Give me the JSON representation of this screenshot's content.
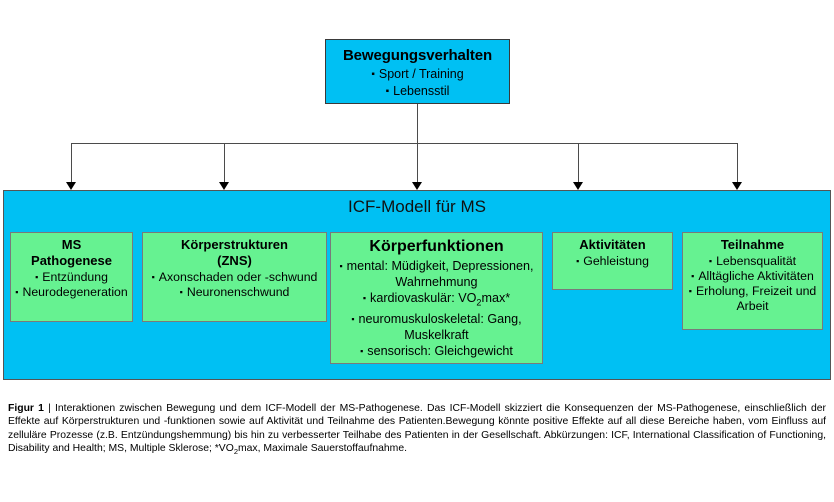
{
  "top_box": {
    "title": "Bewegungsverhalten",
    "items": [
      "Sport / Training",
      "Lebensstil"
    ]
  },
  "icf": {
    "title": "ICF-Modell für MS",
    "boxes": [
      {
        "name": "pathogenese",
        "title": "MS\nPathogenese",
        "title_lines": [
          "MS",
          "Pathogenese"
        ],
        "items": [
          "Entzündung",
          "Neurodegeneration"
        ]
      },
      {
        "name": "koerperstrukturen",
        "title_lines": [
          "Körperstrukturen",
          "(ZNS)"
        ],
        "items": [
          "Axonschaden oder -schwund",
          "Neuronenschwund"
        ]
      },
      {
        "name": "koerperfunktionen",
        "title_lines": [
          "Körperfunktionen"
        ],
        "items": [
          "mental: Müdigkeit, Depressionen, Wahrnehmung",
          "kardiovaskulär: VO2max*",
          "neuromuskuloskeletal: Gang, Muskelkraft",
          "sensorisch: Gleichgewicht"
        ],
        "item_parts": {
          "kardio_pre": "kardiovaskulär: VO",
          "kardio_sub": "2",
          "kardio_post": "max*"
        }
      },
      {
        "name": "aktivitaeten",
        "title_lines": [
          "Aktivitäten"
        ],
        "items": [
          "Gehleistung"
        ]
      },
      {
        "name": "teilnahme",
        "title_lines": [
          "Teilnahme"
        ],
        "items": [
          "Lebensqualität",
          "Alltägliche Aktivitäten",
          "Erholung, Freizeit und Arbeit"
        ]
      }
    ]
  },
  "caption": {
    "label": "Figur 1",
    "separator": " | ",
    "text_before_sub": "Interaktionen zwischen Bewegung und dem ICF-Modell der MS-Pathogenese. Das ICF-Modell skizziert die Konsequenzen der MS-Pathogenese, einschließlich der Effekte auf Körperstrukturen und -funktionen sowie auf Aktivität und Teilnahme des Patienten.Bewegung könnte positive Effekte auf all diese Bereiche haben, vom Einfluss auf zelluläre Prozesse (z.B. Entzündungshemmung) bis hin zu verbesserter Teilhabe des Patienten in der Gesellschaft. Abkürzungen: ICF, International Classification of Functioning, Disability and Health; MS, Multiple Sklerose; *VO",
    "sub": "2",
    "text_after_sub": "max, Maximale Sauerstoffaufnahme."
  },
  "colors": {
    "cyan": "#00C0F3",
    "green": "#66F291",
    "line": "#4b4b4b",
    "text": "#000000"
  }
}
